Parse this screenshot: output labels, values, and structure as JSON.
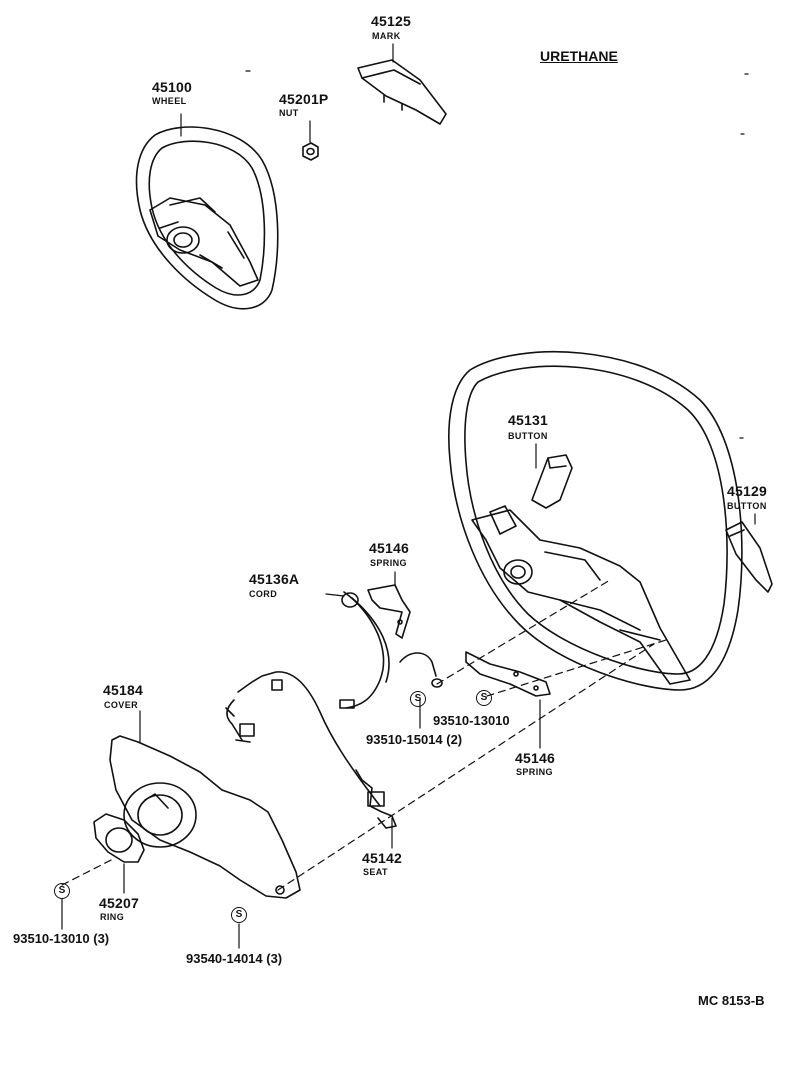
{
  "header": {
    "label": "URETHANE"
  },
  "footer": {
    "code": "MC 8153-B"
  },
  "symbol": "S",
  "parts": {
    "mark": {
      "number": "45125",
      "name": "MARK"
    },
    "wheel": {
      "number": "45100",
      "name": "WHEEL"
    },
    "nut": {
      "number": "45201P",
      "name": "NUT"
    },
    "button_a": {
      "number": "45131",
      "name": "BUTTON"
    },
    "button_b": {
      "number": "45129",
      "name": "BUTTON"
    },
    "spring_a": {
      "number": "45146",
      "name": "SPRING"
    },
    "cord": {
      "number": "45136A",
      "name": "CORD"
    },
    "cover": {
      "number": "45184",
      "name": "COVER"
    },
    "spring_b": {
      "number": "45146",
      "name": "SPRING"
    },
    "seat": {
      "number": "45142",
      "name": "SEAT"
    },
    "ring": {
      "number": "45207",
      "name": "RING"
    }
  },
  "screws": {
    "s1": "93510-13010",
    "s2": "93510-15014 (2)",
    "s3": "93510-13010 (3)",
    "s4": "93540-14014 (3)"
  }
}
